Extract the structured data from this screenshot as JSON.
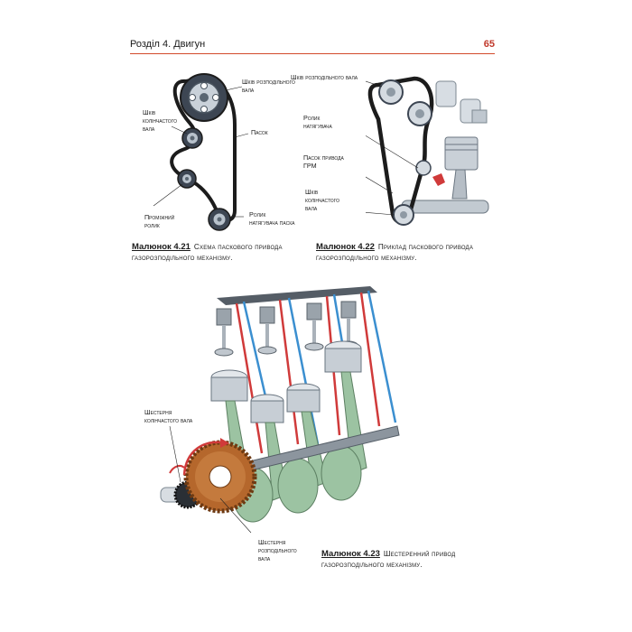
{
  "header": {
    "section": "Розділ 4. Двигун",
    "page_number": "65"
  },
  "fig21": {
    "labels": {
      "cam_pulley": "Шків розподільного вала",
      "crank_pulley": "Шків колінчастого вала",
      "belt": "Пасок",
      "idler": "Проміжний ролик",
      "tensioner": "Ролик натягувача паска"
    },
    "caption_num": "Малюнок 4.21",
    "caption_text": "Схема паскового привода газорозподільного механізму."
  },
  "fig22": {
    "labels": {
      "cam_pulley": "Шків розподільного вала",
      "tensioner": "Ролик натягувача",
      "belt": "Пасок привода ГРМ",
      "crank_pulley": "Шків колінчастого вала"
    },
    "caption_num": "Малюнок 4.22",
    "caption_text": "Приклад паскового привода газорозподільного механізму."
  },
  "fig23": {
    "labels": {
      "crank_gear": "Шестерня колінчастого вала",
      "cam_gear": "Шестерня розподільного вала"
    },
    "caption_num": "Малюнок 4.23",
    "caption_text": "Шестеренний привод газорозподільного механізму."
  },
  "colors": {
    "accent": "#d24a2b",
    "gear": "#b5672c",
    "rod_blue": "#3b8fd0",
    "rod_red": "#d03a3a",
    "block_green": "#9cc3a2"
  }
}
